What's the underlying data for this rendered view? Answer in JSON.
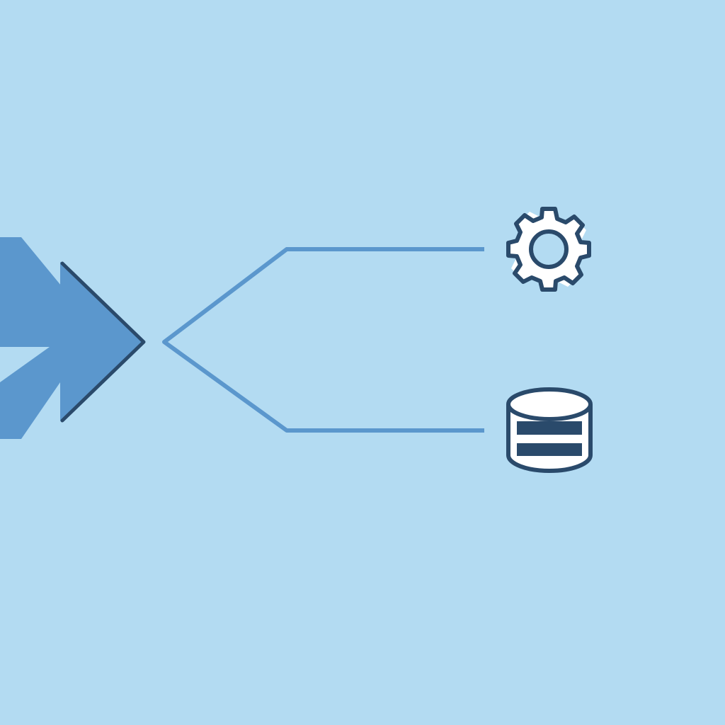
{
  "diagram": {
    "title": "",
    "description": "Arrow flowing into a branch that splits to a settings gear and a database",
    "background_color": "#b3dbf2",
    "colors": {
      "arrow_fill": "#5b97cd",
      "arrow_outline": "#2a4a6b",
      "connector": "#5b97cd",
      "icon_stroke": "#2a4a6b",
      "icon_fill": "#ffffff"
    },
    "nodes": [
      {
        "id": "input-arrow",
        "icon": "arrow-right-icon",
        "label": ""
      },
      {
        "id": "branch-split",
        "icon": "branch-connector",
        "label": ""
      },
      {
        "id": "settings",
        "icon": "gear-icon",
        "label": ""
      },
      {
        "id": "database",
        "icon": "database-icon",
        "label": ""
      }
    ],
    "edges": [
      {
        "from": "input-arrow",
        "to": "branch-split"
      },
      {
        "from": "branch-split",
        "to": "settings"
      },
      {
        "from": "branch-split",
        "to": "database"
      }
    ]
  }
}
